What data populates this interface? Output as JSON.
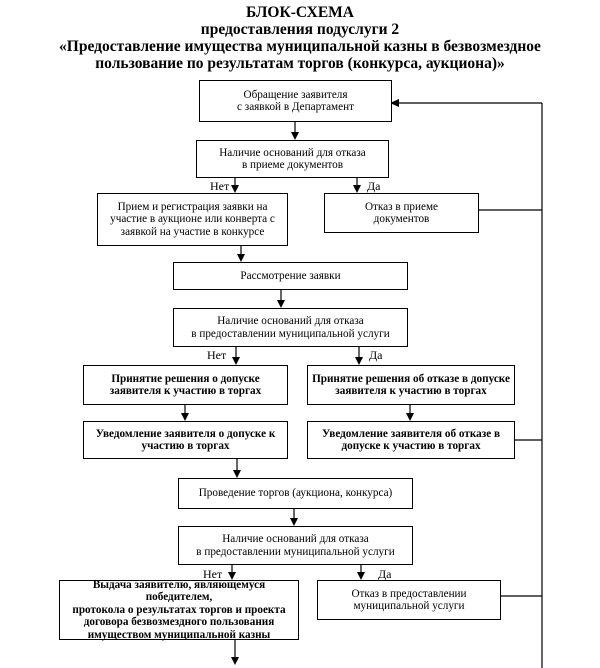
{
  "header": {
    "line1": "БЛОК-СХЕМА",
    "line2": "предоставления подуслуги 2",
    "line3": "«Предоставление имущества муниципальной казны в безвозмездное",
    "line4": "пользование по результатам торгов (конкурса, аукциона)»"
  },
  "boxes": {
    "appeal": [
      "Обращение заявителя",
      "с заявкой в Департамент"
    ],
    "check1": [
      "Наличие оснований для отказа",
      "в приеме документов"
    ],
    "register": [
      "Прием и регистрация заявки на",
      "участие в аукционе или конверта с",
      "заявкой на участие в конкурсе"
    ],
    "refuse1": [
      "Отказ в приеме",
      "документов"
    ],
    "review": [
      "Рассмотрение заявки"
    ],
    "check2": [
      "Наличие оснований для отказа",
      "в предоставлении муниципальной услуги"
    ],
    "admit": [
      "Принятие решения о  допуске",
      "заявителя к участию в торгах"
    ],
    "deny": [
      "Принятие решения об отказе в  допуске",
      "заявителя к участию в торгах"
    ],
    "notify_admit": [
      "Уведомление заявителя о допуске  к",
      "участию в торгах"
    ],
    "notify_deny": [
      "Уведомление заявителя об отказе в",
      "допуске  к участию в торгах"
    ],
    "auction": [
      "Проведение торгов (аукциона, конкурса)"
    ],
    "check3": [
      "Наличие оснований для отказа",
      "в предоставлении муниципальной услуги"
    ],
    "issue": [
      "Выдача заявителю, являющемуся победителем,",
      "протокола о результатах торгов и проекта",
      "договора безвозмездного пользования",
      "имуществом муниципальной казны"
    ],
    "refuse3": [
      "Отказ в предоставлении",
      "муниципальной услуги"
    ]
  },
  "labels": {
    "no": "Нет",
    "yes": "Да"
  }
}
